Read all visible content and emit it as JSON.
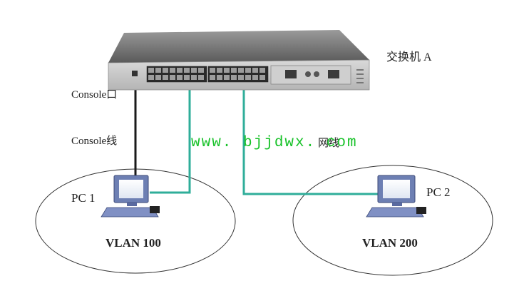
{
  "switch": {
    "label": "交换机 A"
  },
  "console_port": {
    "label": "Console口"
  },
  "console_cable": {
    "label": "Console线"
  },
  "network_cable": {
    "label": "网线"
  },
  "watermark": {
    "text": "www. bjjdwx. com"
  },
  "vlans": [
    {
      "name": "VLAN 100",
      "pc_label": "PC 1"
    },
    {
      "name": "VLAN 200",
      "pc_label": "PC 2"
    }
  ],
  "colors": {
    "network_cable": "#2fae9a",
    "console_cable": "#1a1a1a",
    "watermark": "#19c22a",
    "switch_body": "#6e6e6e"
  }
}
